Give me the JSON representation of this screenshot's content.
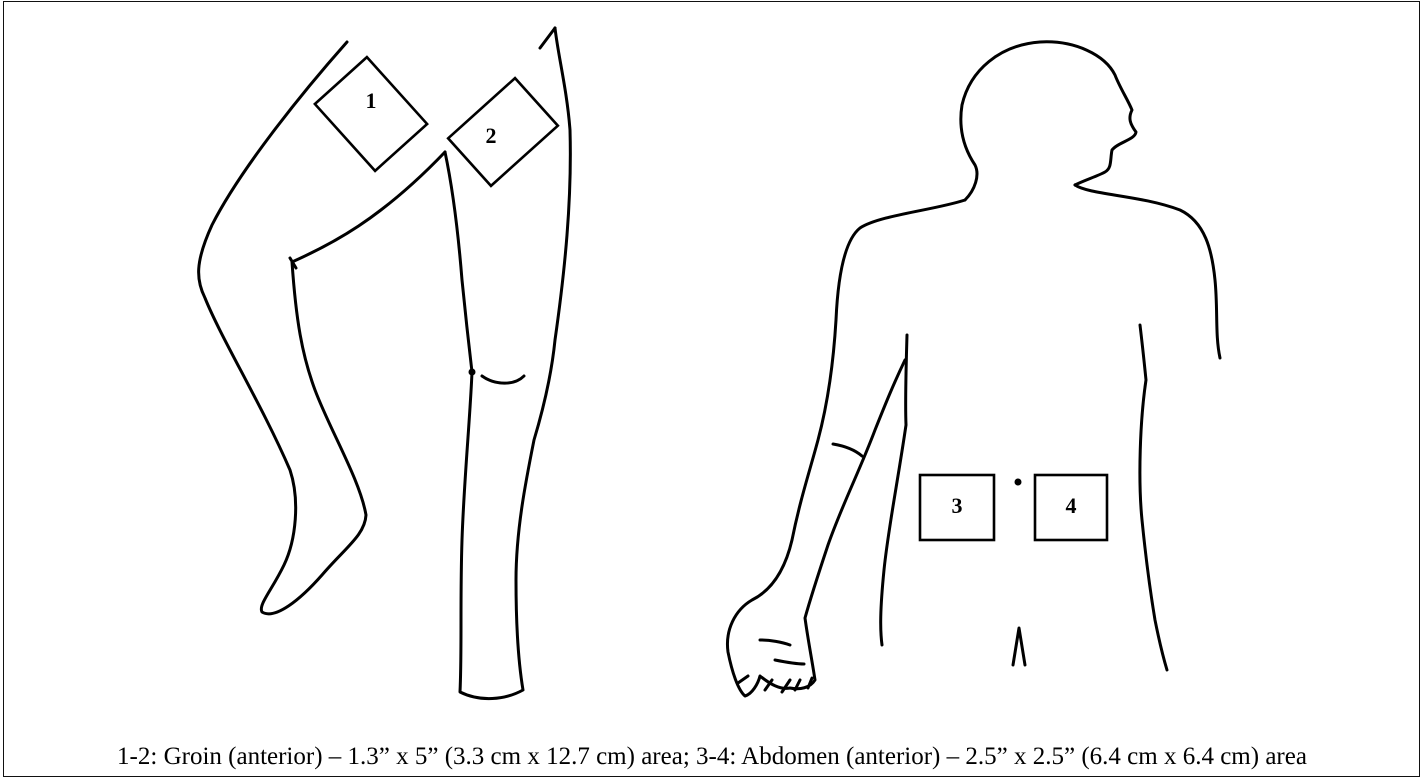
{
  "figure": {
    "caption": "1-2: Groin (anterior) – 1.3” x 5” (3.3 cm x 12.7 cm) area; 3-4: Abdomen (anterior) – 2.5” x 2.5” (6.4 cm x 6.4 cm) area",
    "application_sites": [
      {
        "label": "1"
      },
      {
        "label": "2"
      },
      {
        "label": "3"
      },
      {
        "label": "4"
      }
    ]
  }
}
